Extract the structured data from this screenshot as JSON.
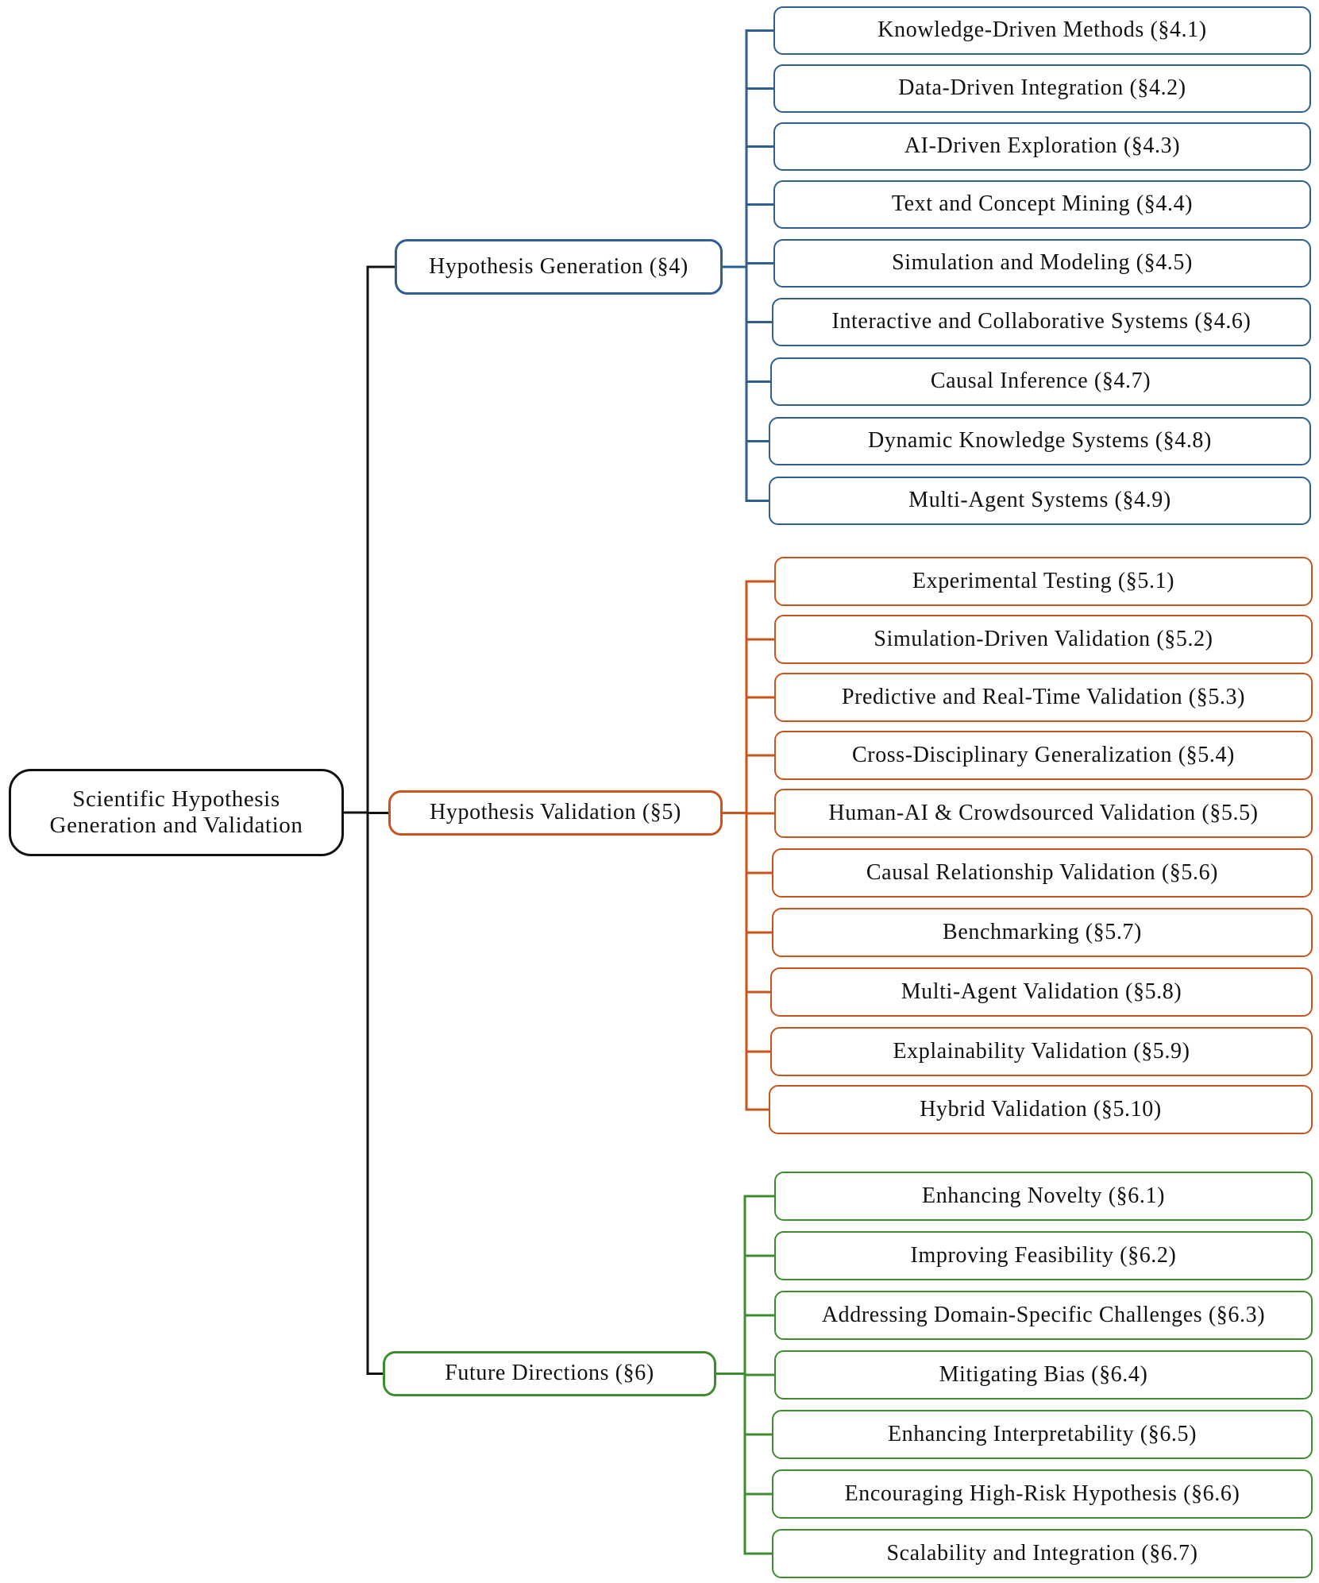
{
  "root": {
    "label": "Scientific Hypothesis Generation and Validation",
    "color": "#111111"
  },
  "branches": [
    {
      "label": "Hypothesis Generation (§4)",
      "color": "#2e5f8f",
      "children": [
        "Knowledge-Driven Methods (§4.1)",
        "Data-Driven Integration (§4.2)",
        "AI-Driven Exploration (§4.3)",
        "Text and Concept Mining (§4.4)",
        "Simulation and Modeling (§4.5)",
        "Interactive and Collaborative Systems (§4.6)",
        "Causal Inference (§4.7)",
        "Dynamic Knowledge Systems (§4.8)",
        "Multi-Agent Systems (§4.9)"
      ]
    },
    {
      "label": "Hypothesis Validation (§5)",
      "color": "#c8541c",
      "children": [
        "Experimental Testing (§5.1)",
        "Simulation-Driven Validation (§5.2)",
        "Predictive and Real-Time Validation (§5.3)",
        "Cross-Disciplinary Generalization (§5.4)",
        "Human-AI & Crowdsourced Validation (§5.5)",
        "Causal Relationship Validation (§5.6)",
        "Benchmarking (§5.7)",
        "Multi-Agent Validation (§5.8)",
        "Explainability Validation (§5.9)",
        "Hybrid Validation (§5.10)"
      ]
    },
    {
      "label": "Future Directions (§6)",
      "color": "#3d8c2e",
      "children": [
        "Enhancing Novelty (§6.1)",
        "Improving Feasibility (§6.2)",
        "Addressing Domain-Specific Challenges (§6.3)",
        "Mitigating Bias (§6.4)",
        "Enhancing Interpretability (§6.5)",
        "Encouraging High-Risk Hypothesis (§6.6)",
        "Scalability and Integration (§6.7)"
      ]
    }
  ]
}
